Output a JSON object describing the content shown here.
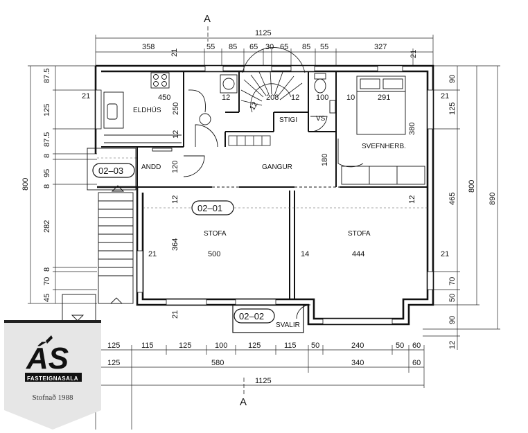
{
  "section_marker": "A",
  "top_dims": {
    "overall": "1125",
    "segments": [
      "358",
      "21",
      "55",
      "85",
      "65",
      "30",
      "65",
      "85",
      "55",
      "327",
      "21"
    ]
  },
  "bottom_dims": {
    "row1": [
      "125",
      "115",
      "125",
      "100",
      "125",
      "115",
      "50",
      "240",
      "50",
      "60"
    ],
    "row2": [
      "125",
      "580",
      "340",
      "60"
    ],
    "overall": "1125"
  },
  "left_dims": {
    "overall": "800",
    "segments": [
      "87.5",
      "125",
      "87.5",
      "8",
      "95",
      "8",
      "282",
      "8",
      "70",
      "45"
    ]
  },
  "right_dims": {
    "overall_inner": "800",
    "overall_outer": "890",
    "segments": [
      "90",
      "125",
      "465",
      "70",
      "50",
      "90",
      "12"
    ]
  },
  "inner_dims": {
    "kitchen_width": "450",
    "kitchen_depth": "250",
    "wall_12a": "12",
    "wall_12b": "12",
    "stair_left": "12",
    "stair_width": "208",
    "stair_right": "12",
    "wc_width": "100",
    "bed_left": "10",
    "bed_width": "291",
    "bed_depth": "380",
    "gangur_depth": "180",
    "andd_depth": "120",
    "stofa_left_height": "364",
    "stofa_left_width": "500",
    "stofa_right_width": "444",
    "wall_21_left": "21",
    "wall_14": "14",
    "wall_21_right": "21",
    "wall_12_mid": "12",
    "wall_12_right": "12",
    "wall_21_top_left": "21",
    "wall_21_right_top": "21",
    "wall_21_bottom": "21"
  },
  "rooms": {
    "kitchen": "ELDHÚS",
    "stair": "STIGI",
    "wc": "VS",
    "bedroom": "SVEFNHERB.",
    "hall": "GANGUR",
    "entry": "ANDD",
    "living_left": "STOFA",
    "living_right": "STOFA",
    "balcony": "SVALIR"
  },
  "tags": {
    "apt_main": "02–01",
    "apt_entry": "02–03",
    "apt_balcony": "02–02"
  },
  "logo": {
    "name": "FASTEIGNASALA",
    "tagline": "Stofnað 1988"
  }
}
